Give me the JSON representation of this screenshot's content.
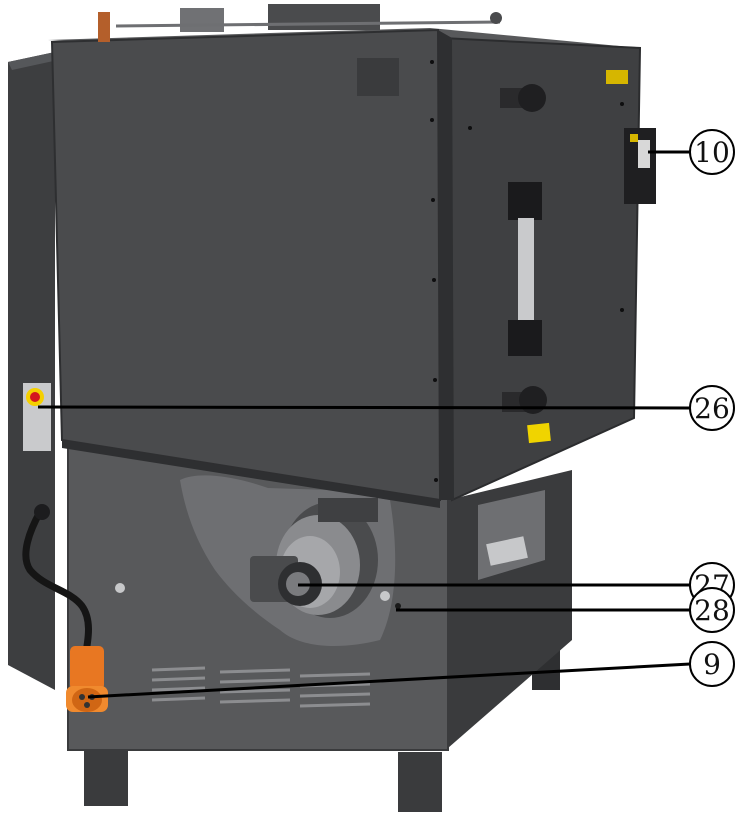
{
  "diagram": {
    "subject": "boiler-rear-view",
    "colors": {
      "body": "#4a4b4d",
      "body_dark": "#2e2f31",
      "body_light": "#6b6c6e",
      "door": "#3f4042",
      "plug_orange": "#e87722",
      "switch_red": "#d4171e",
      "switch_yellow": "#f5d000",
      "warning_yellow": "#f0d400",
      "leader_line": "#000000"
    },
    "callouts": [
      {
        "id": "callout-10",
        "label": "10"
      },
      {
        "id": "callout-26",
        "label": "26"
      },
      {
        "id": "callout-27",
        "label": "27"
      },
      {
        "id": "callout-28",
        "label": "28"
      },
      {
        "id": "callout-9",
        "label": "9"
      }
    ]
  }
}
